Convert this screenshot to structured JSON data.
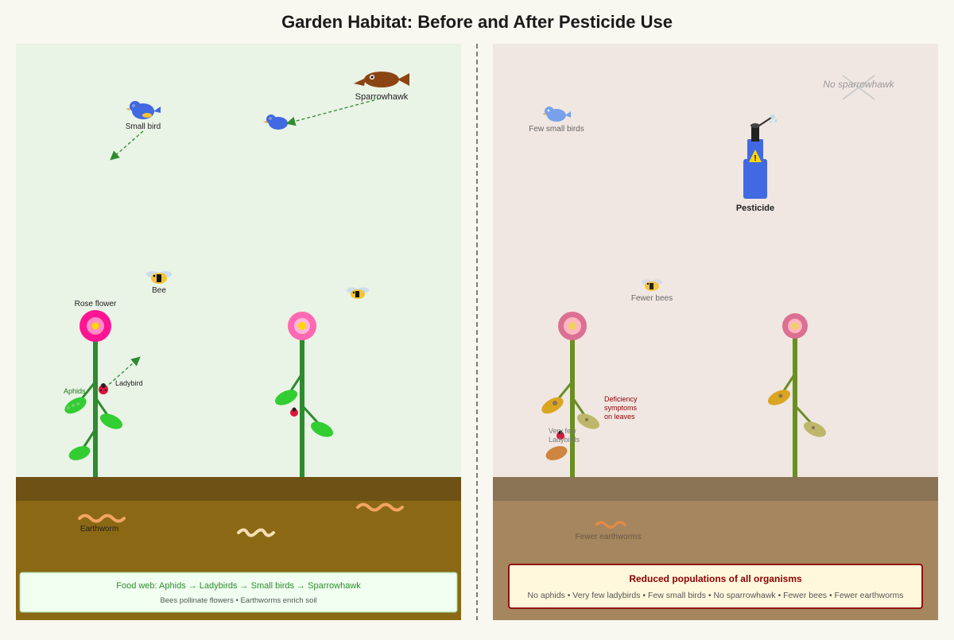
{
  "title": "Garden Habitat: Before and After Pesticide Use",
  "colors": {
    "page_bg": "#f8f7f0",
    "before_bg": "#e9f3e6",
    "after_bg": "#f1e7e2",
    "soil_before": "#8b6914",
    "soil_after": "#a5865e",
    "food_web_text": "#2e8b2e",
    "warning_text": "#8b0000"
  },
  "before": {
    "labels": {
      "sparrowhawk": "Sparrowhawk",
      "small_bird": "Small bird",
      "bee": "Bee",
      "rose_flower": "Rose flower",
      "aphids": "Aphids",
      "ladybird": "Ladybird",
      "earthworm": "Earthworm"
    },
    "info": {
      "line1": "Food web: Aphids → Ladybirds → Small birds → Sparrowhawk",
      "line2": "Bees pollinate flowers • Earthworms enrich soil"
    }
  },
  "after": {
    "labels": {
      "no_sparrowhawk": "No sparrowhawk",
      "few_small_birds": "Few small birds",
      "pesticide": "Pesticide",
      "fewer_bees": "Fewer bees",
      "deficiency": [
        "Deficiency",
        "symptoms",
        "on leaves"
      ],
      "few_ladybirds": [
        "Very few",
        "Ladybirds"
      ],
      "fewer_earthworms": "Fewer earthworms"
    },
    "info": {
      "line1": "Reduced populations of all organisms",
      "line2": "No aphids • Very few ladybirds • Few small birds • No sparrowhawk • Fewer bees • Fewer earthworms"
    }
  },
  "icons": [
    "sparrowhawk-icon",
    "small-bird-icon",
    "bee-icon",
    "rose-flower-icon",
    "aphid-icon",
    "ladybird-icon",
    "earthworm-icon",
    "pesticide-bottle-icon",
    "warning-icon"
  ]
}
